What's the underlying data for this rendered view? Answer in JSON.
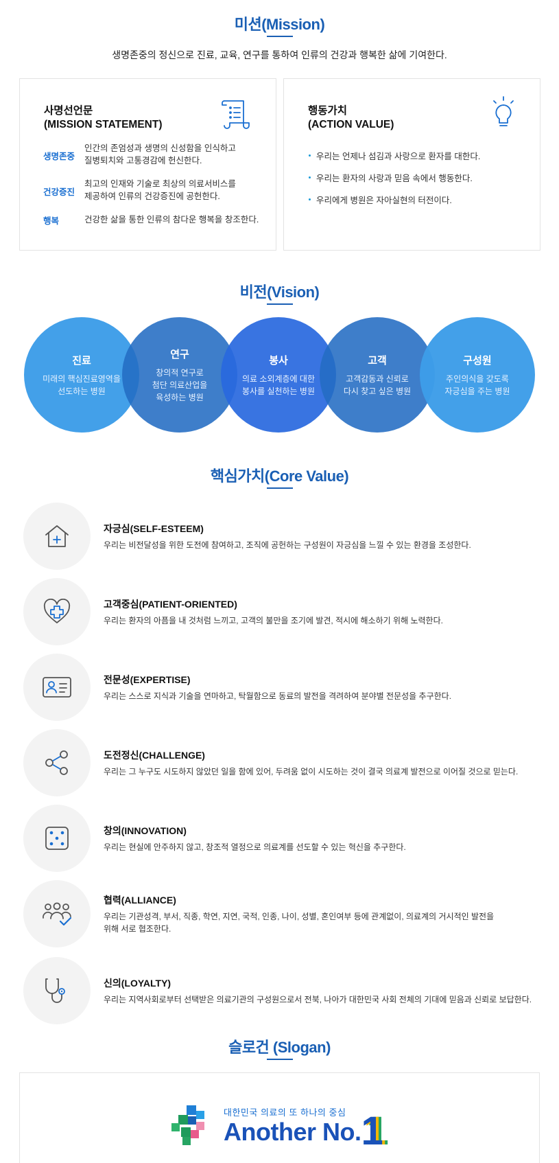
{
  "mission": {
    "title": "미션(Mission)",
    "description": "생명존중의 정신으로 진료, 교육, 연구를 통하여 인류의 건강과 행복한 삶에 기여한다.",
    "statement": {
      "title_line1": "사명선언문",
      "title_line2": "(MISSION STATEMENT)",
      "icon": "scroll-list-icon",
      "items": [
        {
          "key": "생명존중",
          "line1": "인간의 존엄성과 생명의 신성함을 인식하고",
          "line2": "질병퇴치와 고통경감에 헌신한다."
        },
        {
          "key": "건강증진",
          "line1": "최고의 인재와 기술로 최상의 의료서비스를",
          "line2": "제공하여 인류의 건강증진에 공헌한다."
        },
        {
          "key": "행복",
          "line1": "건강한 삶을 통한 인류의 참다운 행복을 창조한다.",
          "line2": ""
        }
      ]
    },
    "action_value": {
      "title_line1": "행동가치",
      "title_line2": "(ACTION VALUE)",
      "icon": "lightbulb-icon",
      "items": [
        "우리는 언제나 섬김과 사랑으로 환자를 대한다.",
        "우리는 환자의 사랑과 믿음 속에서 행동한다.",
        "우리에게 병원은 자아실현의 터전이다."
      ]
    }
  },
  "vision": {
    "title": "비전(Vision)",
    "circles": [
      {
        "title": "진료",
        "line1": "미래의 핵심진료영역을",
        "line2": "선도하는 병원",
        "line3": "",
        "color": "#3d9de8"
      },
      {
        "title": "연구",
        "line1": "창의적 연구로",
        "line2": "첨단 의료산업을",
        "line3": "육성하는 병원",
        "color": "#2a75c6"
      },
      {
        "title": "봉사",
        "line1": "의료 소외계층에 대한",
        "line2": "봉사를 실천하는 병원",
        "line3": "",
        "color": "#2f6fe0"
      },
      {
        "title": "고객",
        "line1": "고객감동과 신뢰로",
        "line2": "다시 찾고 싶은 병원",
        "line3": "",
        "color": "#2a75c6"
      },
      {
        "title": "구성원",
        "line1": "주인의식을 갖도록",
        "line2": "자긍심을 주는 병원",
        "line3": "",
        "color": "#3d9de8"
      }
    ]
  },
  "core_value": {
    "title": "핵심가치(Core Value)",
    "items": [
      {
        "title": "자긍심(SELF-ESTEEM)",
        "line1": "우리는 비전달성을 위한 도전에 참여하고, 조직에 공헌하는 구성원이 자긍심을 느낄 수 있는 환경을 조성한다.",
        "line2": "",
        "icon": "house-plus-icon"
      },
      {
        "title": "고객중심(PATIENT-ORIENTED)",
        "line1": "우리는 환자의 아픔을 내 것처럼 느끼고, 고객의 불만을 조기에 발견, 적시에 해소하기 위해 노력한다.",
        "line2": "",
        "icon": "heart-cross-icon"
      },
      {
        "title": "전문성(EXPERTISE)",
        "line1": "우리는 스스로 지식과 기술을 연마하고, 탁월함으로 동료의 발전을 격려하여 분야별 전문성을 추구한다.",
        "line2": "",
        "icon": "id-card-icon"
      },
      {
        "title": "도전정신(CHALLENGE)",
        "line1": "우리는 그 누구도 시도하지 않았던 일을 함에 있어, 두려움 없이 시도하는 것이 결국 의료계 발전으로 이어질 것으로 믿는다.",
        "line2": "",
        "icon": "share-nodes-icon"
      },
      {
        "title": "창의(INNOVATION)",
        "line1": "우리는 현실에 안주하지 않고, 창조적 열정으로 의료계를 선도할 수 있는 혁신을 추구한다.",
        "line2": "",
        "icon": "dice-icon"
      },
      {
        "title": "협력(ALLIANCE)",
        "line1": "우리는 기관성격, 부서, 직종, 학연, 지연, 국적, 인종, 나이, 성별, 혼인여부 등에 관계없이, 의료계의 거시적인 발전을",
        "line2": "위해 서로 협조한다.",
        "icon": "group-check-icon"
      },
      {
        "title": "신의(LOYALTY)",
        "line1": "우리는 지역사회로부터 선택받은 의료기관의 구성원으로서 전북, 나아가 대한민국 사회 전체의 기대에 믿음과 신뢰로 보답한다.",
        "line2": "",
        "icon": "stethoscope-icon"
      }
    ]
  },
  "slogan": {
    "title": "슬로건 (Slogan)",
    "subtitle": "대한민국 의료의 또 하나의 중심",
    "main": "Another No.",
    "number": "1",
    "logo": "hospital-cross-logo"
  }
}
